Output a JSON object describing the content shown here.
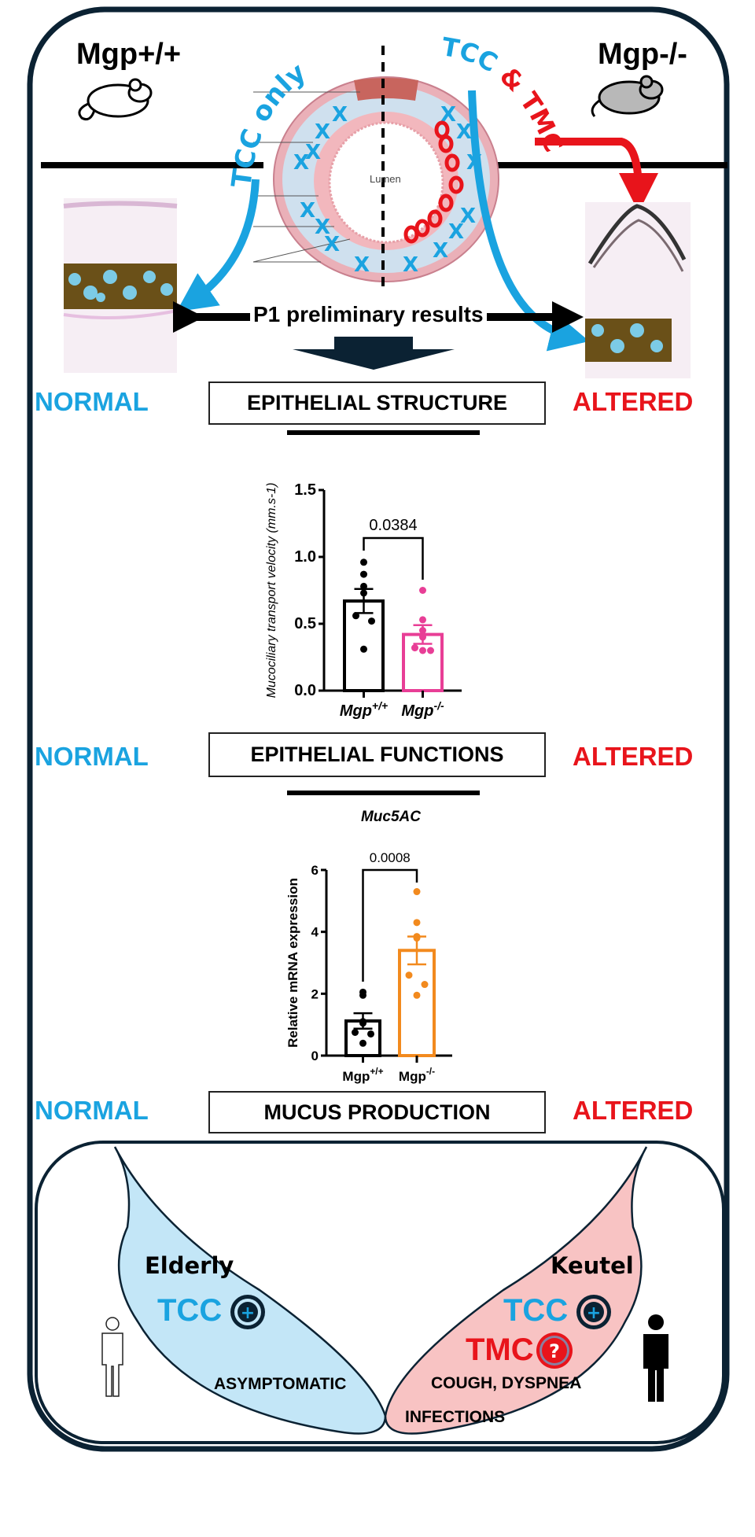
{
  "header": {
    "left_genotype": "Mgp+/+",
    "right_genotype": "Mgp-/-"
  },
  "trachea": {
    "lumen_label": "Lumen",
    "left_label": "TCC only",
    "right_label_tcc": "TCC",
    "right_label_tmc": "& TMC"
  },
  "preliminary_label": "P1 preliminary results",
  "rows": [
    {
      "left": "NORMAL",
      "title": "EPITHELIAL STRUCTURE",
      "right": "ALTERED"
    },
    {
      "left": "NORMAL",
      "title": "EPITHELIAL FUNCTIONS",
      "right": "ALTERED"
    },
    {
      "left": "NORMAL",
      "title": "MUCUS PRODUCTION",
      "right": "ALTERED"
    }
  ],
  "colors": {
    "blue": "#1aa3e0",
    "red": "#e8141b",
    "pink": "#e83e96",
    "orange": "#f28a1e",
    "navy": "#0b2233"
  },
  "chart_data": [
    {
      "type": "bar",
      "title": "",
      "ylabel": "Mucociliary transport velocity (mm.s-1)",
      "ylabel_parts": {
        "main": "Mucociliary transport velocity (mm.s",
        "sup": "-1",
        "end": ")"
      },
      "categories": [
        "Mgp+/+",
        "Mgp-/-"
      ],
      "category_parts": [
        {
          "base": "Mgp",
          "sup": "+/+"
        },
        {
          "base": "Mgp",
          "sup": "-/-"
        }
      ],
      "ylim": [
        0,
        1.5
      ],
      "yticks": [
        "0.0",
        "0.5",
        "1.0",
        "1.5"
      ],
      "ytick_values": [
        0,
        0.5,
        1.0,
        1.5
      ],
      "series": [
        {
          "name": "Mgp+/+",
          "mean": 0.67,
          "sem": 0.09,
          "color": "#000000",
          "points": [
            0.96,
            0.87,
            0.78,
            0.73,
            0.56,
            0.52,
            0.31
          ]
        },
        {
          "name": "Mgp-/-",
          "mean": 0.42,
          "sem": 0.07,
          "color": "#e83e96",
          "points": [
            0.75,
            0.53,
            0.45,
            0.4,
            0.32,
            0.3,
            0.3
          ]
        }
      ],
      "pvalue": "0.0384"
    },
    {
      "type": "bar",
      "title": "Muc5AC",
      "ylabel": "Relative mRNA expression",
      "categories": [
        "Mgp+/+",
        "Mgp-/-"
      ],
      "category_parts": [
        {
          "base": "Mgp",
          "sup": "+/+"
        },
        {
          "base": "Mgp",
          "sup": "-/-"
        }
      ],
      "ylim": [
        0,
        6
      ],
      "yticks": [
        "0",
        "2",
        "4",
        "6"
      ],
      "ytick_values": [
        0,
        2,
        4,
        6
      ],
      "series": [
        {
          "name": "Mgp+/+",
          "mean": 1.12,
          "sem": 0.25,
          "color": "#000000",
          "points": [
            2.05,
            1.95,
            1.1,
            1.05,
            0.75,
            0.7,
            0.4
          ]
        },
        {
          "name": "Mgp-/-",
          "mean": 3.4,
          "sem": 0.45,
          "color": "#f28a1e",
          "points": [
            5.3,
            4.3,
            3.85,
            3.8,
            2.6,
            2.3,
            1.95
          ]
        }
      ],
      "pvalue": "0.0008"
    }
  ],
  "clinical": {
    "left_group": "Elderly",
    "left_tcc": "TCC",
    "left_symptom": "ASYMPTOMATIC",
    "right_group": "Keutel",
    "right_tcc": "TCC",
    "right_tmc": "TMC",
    "right_symptom_1": "COUGH, DYSPNEA",
    "right_symptom_2": "INFECTIONS",
    "plus_icon": "+",
    "question_icon": "?"
  }
}
